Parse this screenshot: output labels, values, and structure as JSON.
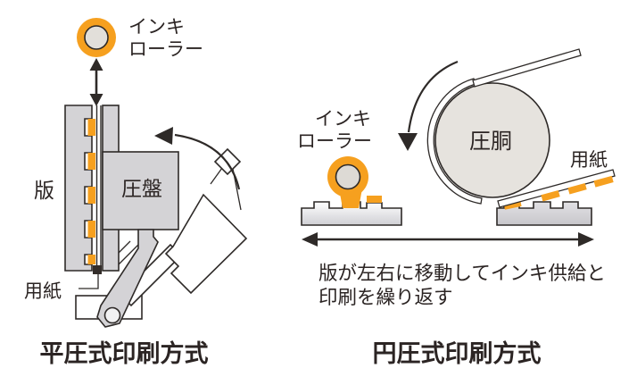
{
  "colors": {
    "ink_orange": "#F6A01F",
    "machine_gray": "#D4D3D6",
    "cylinder_fill": "#E6E3DE",
    "roller_core": "#E2DFDA",
    "line_ink": "#2E2A28",
    "text_ink": "#2B2423"
  },
  "left_diagram": {
    "ink_roller_label_line1": "インキ",
    "ink_roller_label_line2": "ローラー",
    "plate_label": "版",
    "platen_label": "圧盤",
    "paper_label": "用紙",
    "caption": "平圧式印刷方式"
  },
  "right_diagram": {
    "ink_roller_label_line1": "インキ",
    "ink_roller_label_line2": "ローラー",
    "cylinder_label": "圧胴",
    "paper_label": "用紙",
    "description_line1": "版が左右に移動してインキ供給と",
    "description_line2": "印刷を繰り返す",
    "caption": "円圧式印刷方式"
  }
}
